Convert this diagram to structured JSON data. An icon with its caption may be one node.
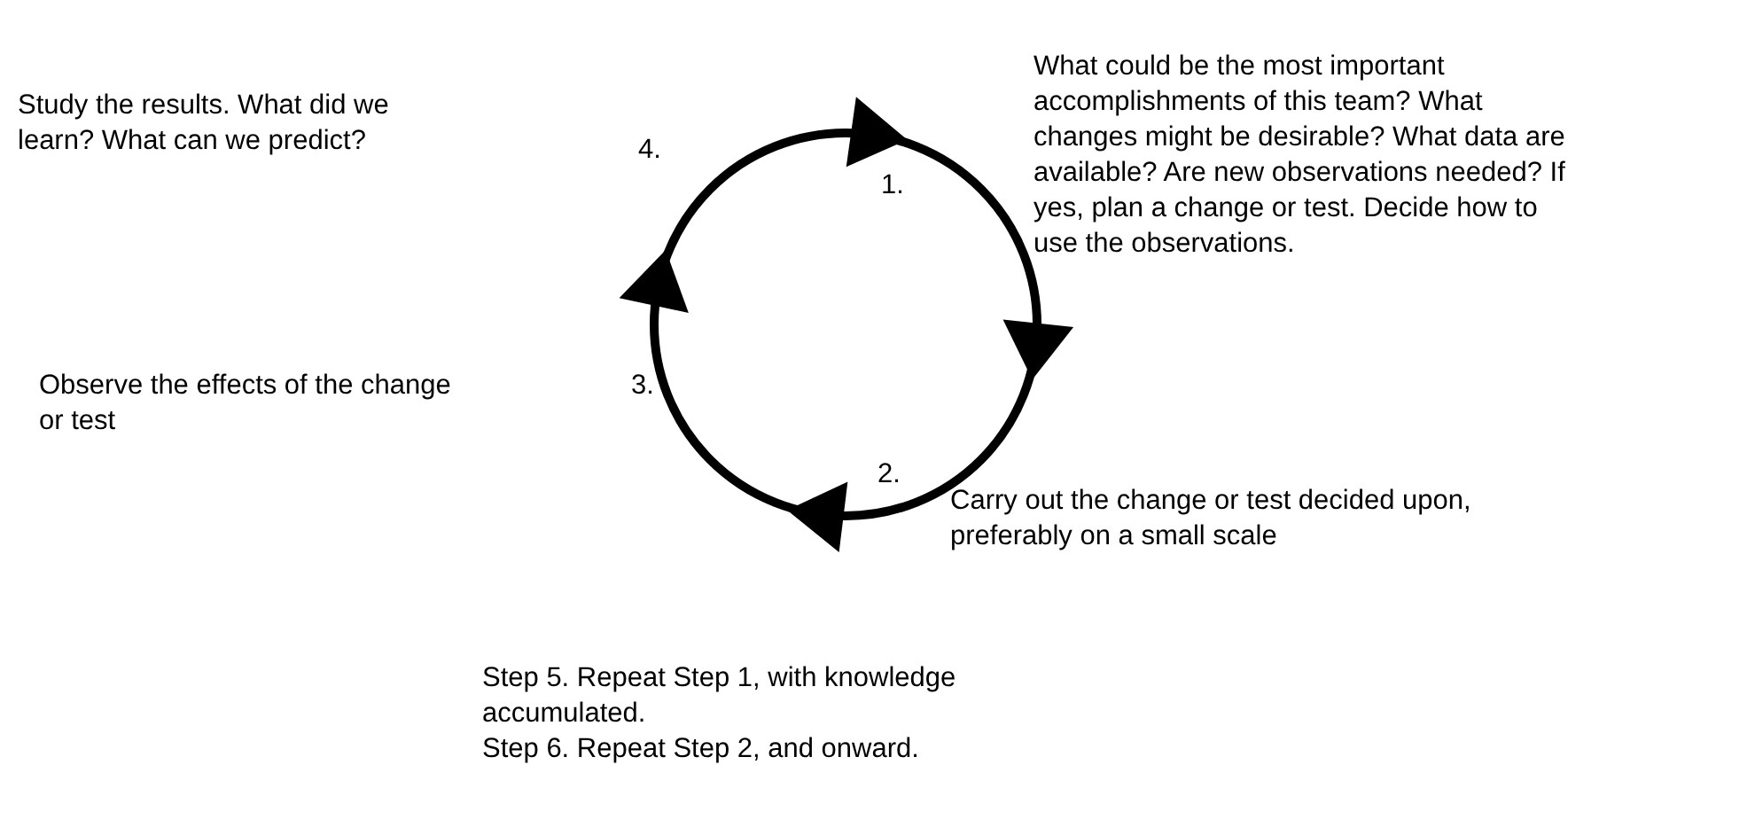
{
  "diagram": {
    "labels": [
      "What could be the most important accomplishments of this team? What changes might be desirable? What data are available? Are new observations needed? If yes, plan a change or test. Decide how to use the observations.",
      "Study the results. What did we learn? What can we predict?",
      "4.",
      "1.",
      "Observe the effects of the change or test",
      "3.",
      "2.",
      "Carry out the change or test decided upon, preferably on a small scale",
      "Step 5. Repeat Step 1, with knowledge accumulated.",
      "Step 6. Repeat Step 2, and onward."
    ]
  }
}
